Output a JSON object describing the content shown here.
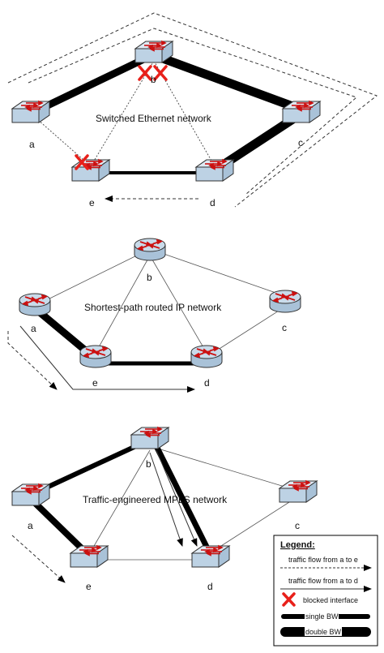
{
  "top": {
    "title": "Switched Ethernet network",
    "nodes": {
      "a": "a",
      "b": "b",
      "c": "c",
      "d": "d",
      "e": "e"
    }
  },
  "middle": {
    "title": "Shortest-path routed IP network",
    "nodes": {
      "a": "a",
      "b": "b",
      "c": "c",
      "d": "d",
      "e": "e"
    }
  },
  "bottom": {
    "title": "Traffic-engineered MPLS network",
    "nodes": {
      "a": "a",
      "b": "b",
      "c": "c",
      "d": "d",
      "e": "e"
    }
  },
  "legend": {
    "title": "Legend:",
    "flow_ae": "traffic flow from a to e",
    "flow_ad": "traffic flow from a to d",
    "blocked": "blocked interface",
    "single_bw": "single BW",
    "double_bw": "double BW"
  },
  "colors": {
    "device_top": "#c9dbea",
    "device_side": "#a9c2d8",
    "arrow": "#cc1111",
    "blocked": "#e8201a",
    "line": "#000000"
  },
  "icons": {
    "switch": "switch-icon",
    "router": "router-icon",
    "blocked": "blocked-x-icon"
  }
}
